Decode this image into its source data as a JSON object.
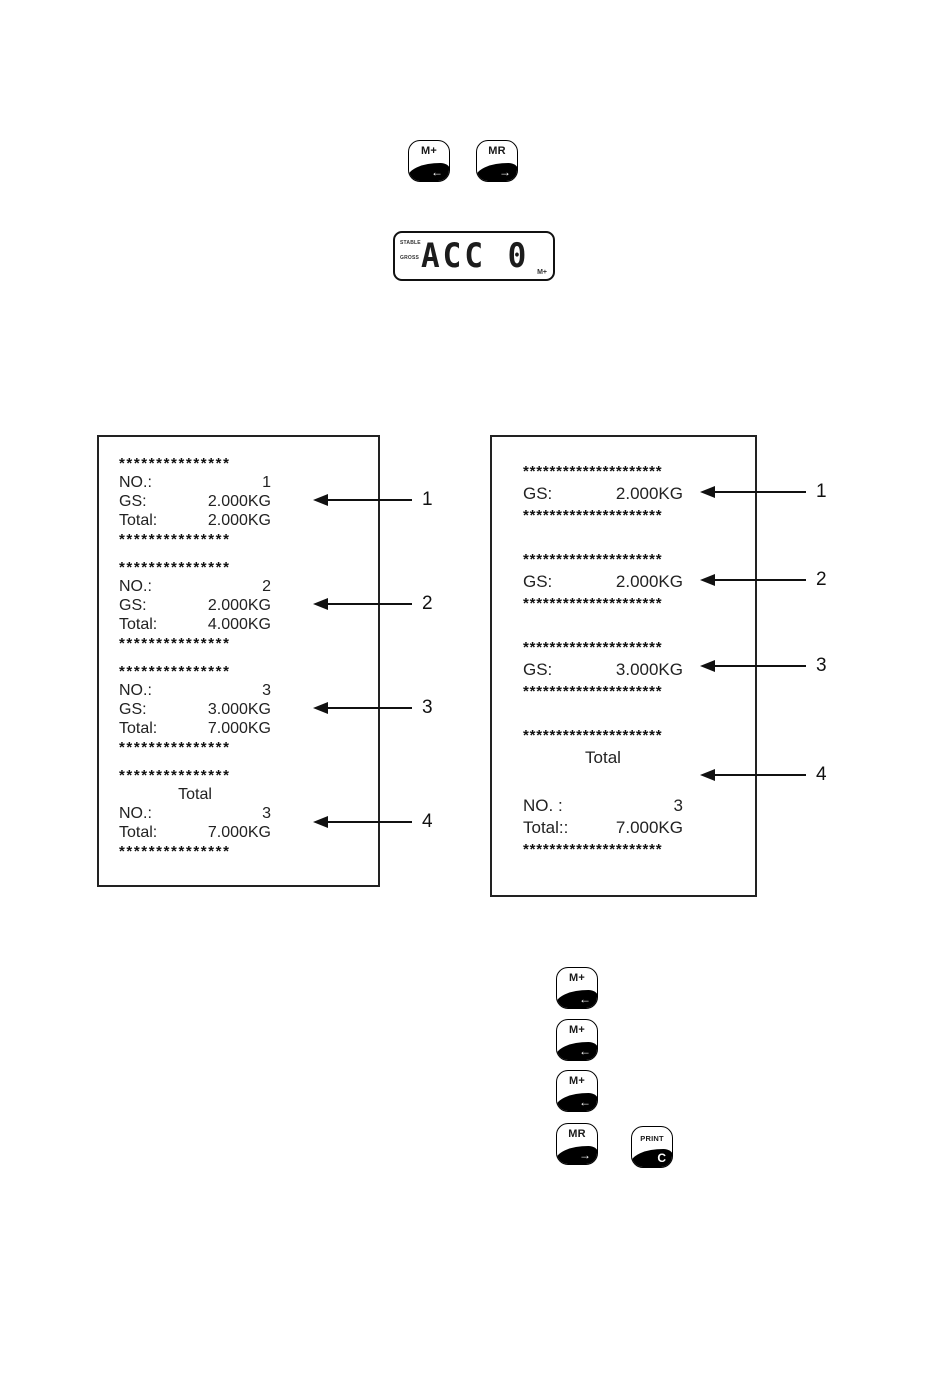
{
  "top_keys": {
    "m_plus": {
      "label": "M+",
      "glyph": "←"
    },
    "mr": {
      "label": "MR",
      "glyph": "→"
    }
  },
  "lcd": {
    "value": "ACC 0",
    "annunciators": {
      "stable": "STABLE",
      "gross": "GROSS",
      "memory": "M+"
    }
  },
  "receipts": {
    "left": {
      "stars": "***************",
      "blocks": [
        {
          "rows": [
            [
              "NO.:",
              "1"
            ],
            [
              "GS:",
              "2.000KG"
            ],
            [
              "Total:",
              "2.000KG"
            ]
          ]
        },
        {
          "rows": [
            [
              "NO.:",
              "2"
            ],
            [
              "GS:",
              "2.000KG"
            ],
            [
              "Total:",
              "4.000KG"
            ]
          ]
        },
        {
          "rows": [
            [
              "NO.:",
              "3"
            ],
            [
              "GS:",
              "3.000KG"
            ],
            [
              "Total:",
              "7.000KG"
            ]
          ]
        },
        {
          "title": "Total",
          "rows": [
            [
              "NO.:",
              "3"
            ],
            [
              "Total:",
              "7.000KG"
            ]
          ]
        }
      ]
    },
    "right": {
      "stars": "*********************",
      "blocks": [
        {
          "rows": [
            [
              "GS:",
              "2.000KG"
            ]
          ]
        },
        {
          "rows": [
            [
              "GS:",
              "2.000KG"
            ]
          ]
        },
        {
          "rows": [
            [
              "GS:",
              "3.000KG"
            ]
          ]
        },
        {
          "title": "Total",
          "title_gap": true,
          "rows": [
            [
              "NO. :",
              "3"
            ],
            [
              "Total::",
              "7.000KG"
            ]
          ]
        }
      ]
    }
  },
  "callouts": {
    "left": [
      "1",
      "2",
      "3",
      "4"
    ],
    "right": [
      "1",
      "2",
      "3",
      "4"
    ]
  },
  "bottom_keys": [
    {
      "label": "M+",
      "glyph": "←"
    },
    {
      "label": "M+",
      "glyph": "←"
    },
    {
      "label": "M+",
      "glyph": "←"
    },
    {
      "label": "MR",
      "glyph": "→"
    },
    {
      "label": "PRINT",
      "glyph": "C"
    }
  ]
}
